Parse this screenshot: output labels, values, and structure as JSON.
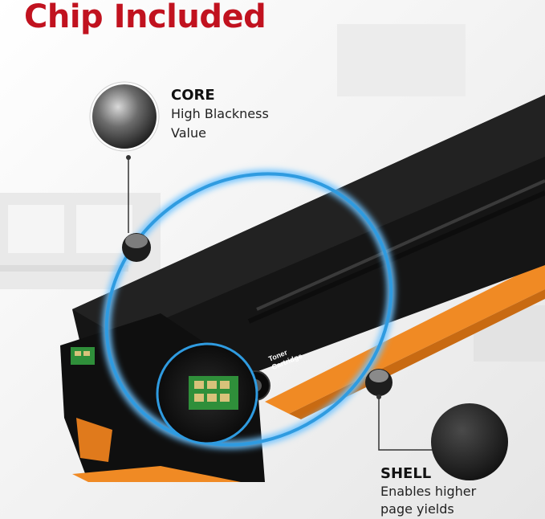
{
  "headline": "Chip Included",
  "core": {
    "title": "CORE",
    "description_line1": "High Blackness",
    "description_line2": "Value"
  },
  "shell": {
    "title": "SHELL",
    "description_line1": "Enables higher",
    "description_line2": "page yields"
  },
  "cartridge_label": {
    "line1": "Toner",
    "line2": "Cartridge"
  },
  "colors": {
    "headline": "#c1121f",
    "cartridge_body": "#151515",
    "cartridge_trim": "#f08a24",
    "chip": "#2f8f3a",
    "glow_ring": "#2f9be0"
  }
}
